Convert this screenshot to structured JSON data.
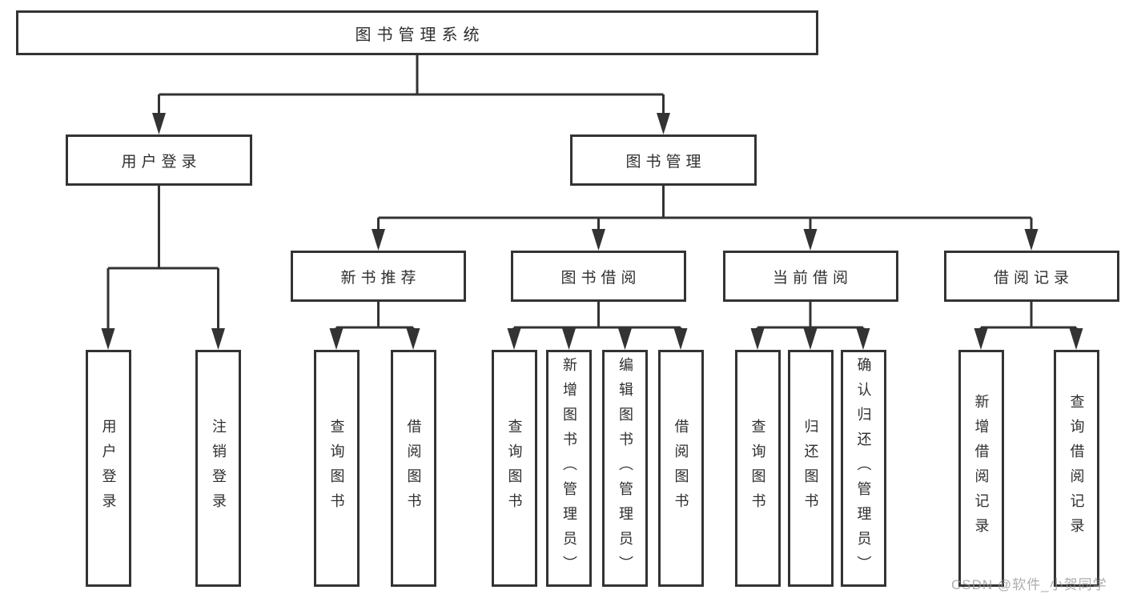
{
  "diagram": {
    "root": "图书管理系统",
    "level2": {
      "user_login": "用户登录",
      "book_management": "图书管理"
    },
    "level3": {
      "new_book_recommendation": "新书推荐",
      "book_borrowing": "图书借阅",
      "current_borrowing": "当前借阅",
      "borrowing_records": "借阅记录"
    },
    "leaves": {
      "user_login": "用户登录",
      "logout": "注销登录",
      "rec_query_book": "查询图书",
      "rec_borrow_book": "借阅图书",
      "bor_query_book": "查询图书",
      "bor_add_book_admin": "新增图书（管理员）",
      "bor_edit_book_admin": "编辑图书（管理员）",
      "bor_borrow_book": "借阅图书",
      "cur_query_book": "查询图书",
      "cur_return_book": "归还图书",
      "cur_confirm_return_admin": "确认归还（管理员）",
      "log_add_record": "新增借阅记录",
      "log_query_record": "查询借阅记录"
    }
  },
  "watermark": "CSDN @软件_小贺同学",
  "colors": {
    "line": "#333333",
    "text": "#2f2f2f",
    "box_background": "#ffffff",
    "page_background": "#ffffff",
    "watermark": "#969696"
  }
}
